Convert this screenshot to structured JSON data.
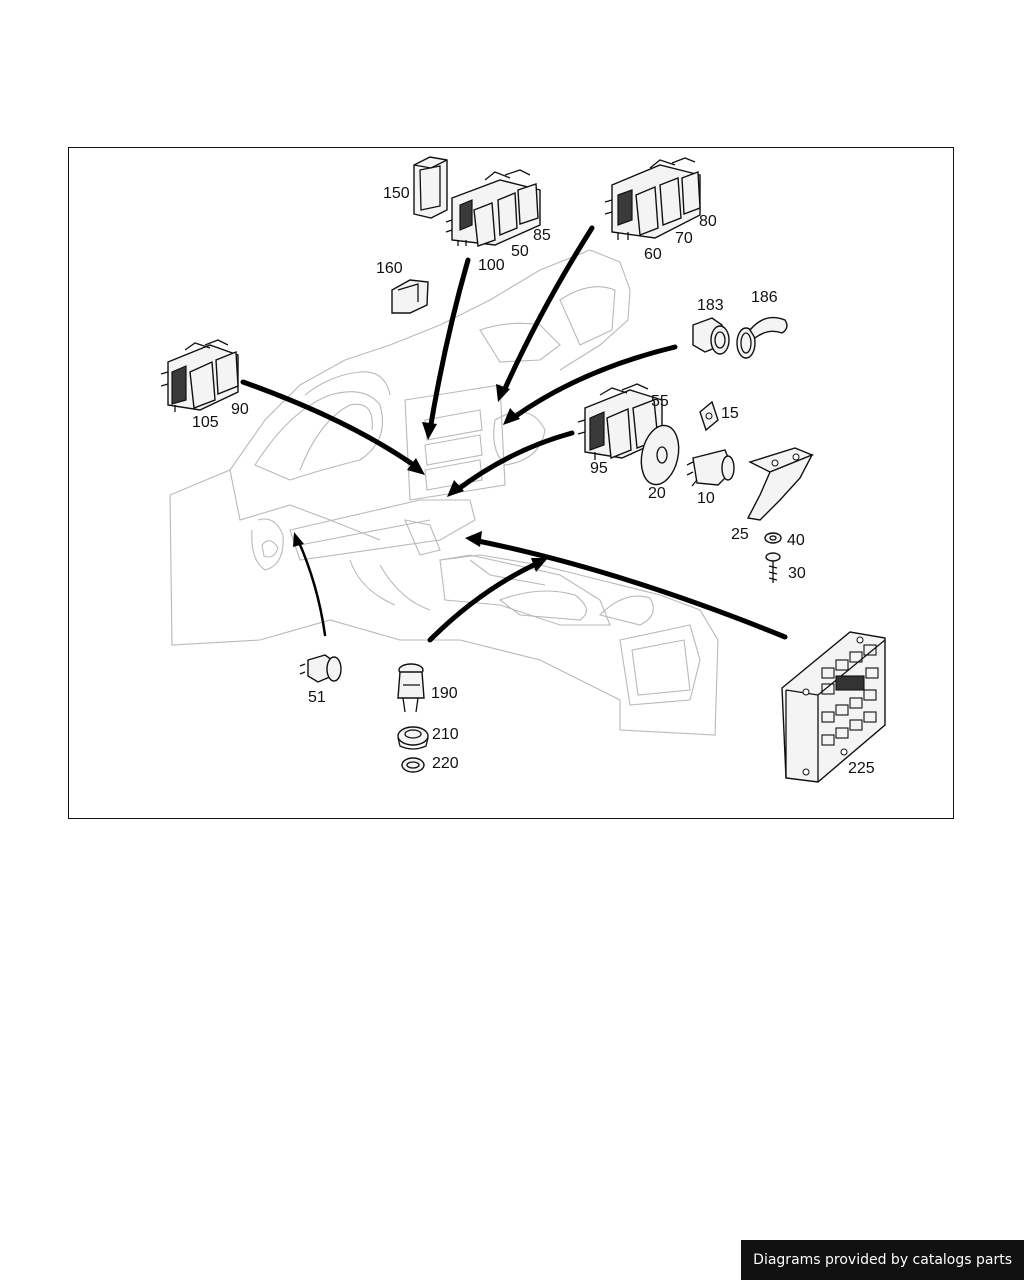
{
  "callouts": {
    "c10": "10",
    "c15": "15",
    "c20": "20",
    "c25": "25",
    "c30": "30",
    "c40": "40",
    "c50": "50",
    "c51": "51",
    "c55": "55",
    "c60": "60",
    "c70": "70",
    "c80": "80",
    "c85": "85",
    "c90": "90",
    "c95": "95",
    "c100": "100",
    "c105": "105",
    "c150": "150",
    "c160": "160",
    "c183": "183",
    "c186": "186",
    "c190": "190",
    "c210": "210",
    "c220": "220",
    "c225": "225"
  },
  "footer": {
    "text": "Diagrams provided by catalogs parts"
  }
}
